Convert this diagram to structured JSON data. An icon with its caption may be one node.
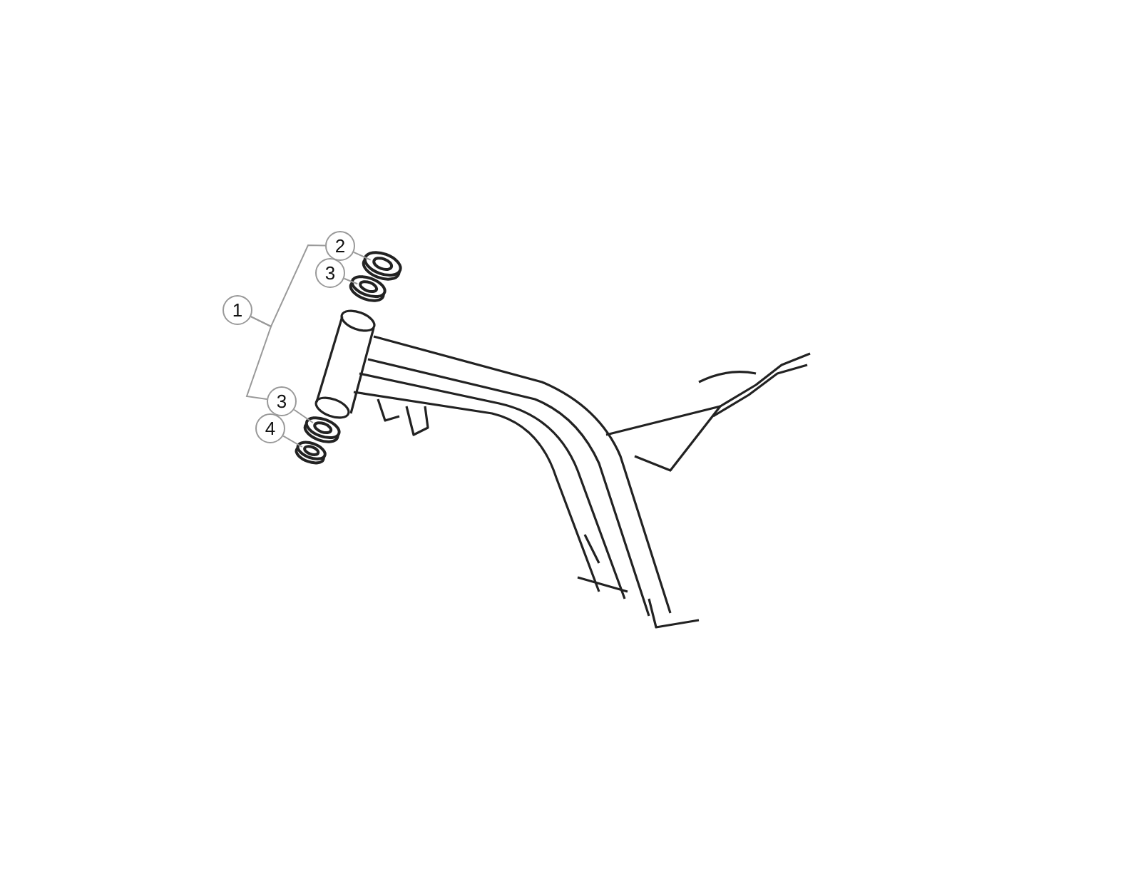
{
  "diagram": {
    "nodes": [
      {
        "text": [
          "1"
        ]
      },
      {
        "text": [
          "2"
        ]
      },
      {
        "text": [
          "3"
        ]
      },
      {
        "text": [
          "3"
        ]
      },
      {
        "text": [
          "4"
        ]
      },
      {
        "text": [],
        "shape": "picture"
      },
      {
        "text": [],
        "shape": "picture"
      },
      {
        "text": [],
        "shape": "picture"
      },
      {
        "text": [],
        "shape": "picture"
      }
    ],
    "edges": [
      {
        "from": 0,
        "to": 1,
        "arrow": "none"
      },
      {
        "from": 0,
        "to": 3,
        "arrow": "none"
      },
      {
        "from": 1,
        "to": 5,
        "arrow": "none"
      },
      {
        "from": 2,
        "to": 6,
        "arrow": "none"
      },
      {
        "from": 3,
        "to": 7,
        "arrow": "none"
      },
      {
        "from": 4,
        "to": 8,
        "arrow": "none"
      }
    ]
  }
}
